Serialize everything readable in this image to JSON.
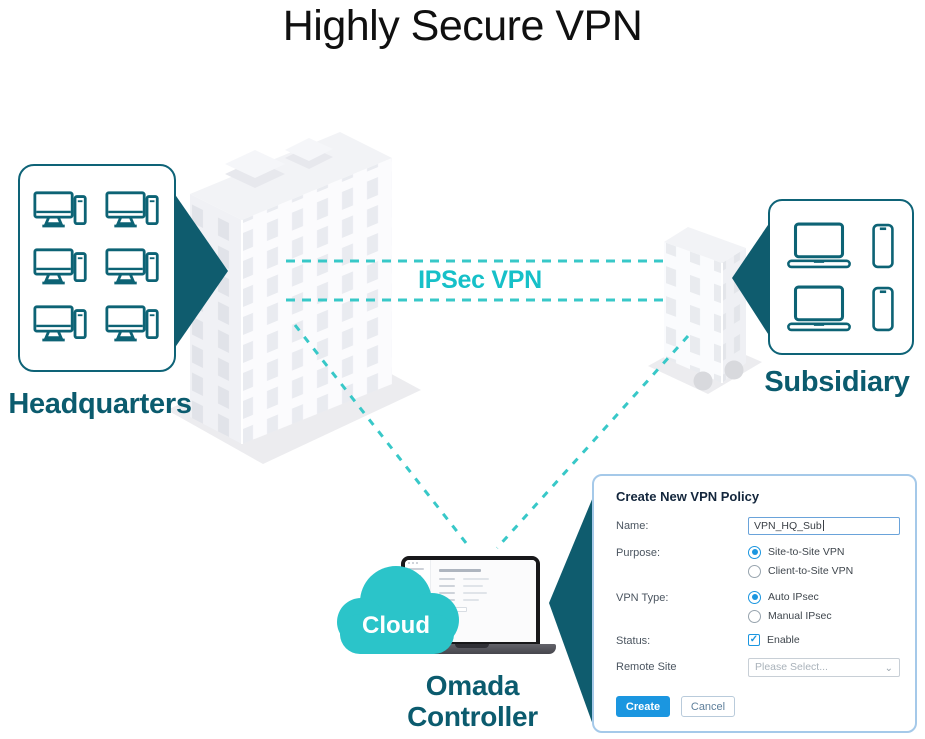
{
  "title": "Highly Secure VPN",
  "colors": {
    "dark_teal": "#0e5b6e",
    "accent_turquoise": "#2bc4c9",
    "ipsec_text": "#16c0c8",
    "button_blue": "#1b96e0",
    "dialog_border": "#a5c9e9",
    "device_stroke": "#0d6375"
  },
  "icons": {
    "desktop": "desktop-computer-icon",
    "laptop": "laptop-icon",
    "phone": "smartphone-icon",
    "cloud": "cloud-icon",
    "chevron_down_glyph": "⌄"
  },
  "headquarters": {
    "label": "Headquarters",
    "computer_count": 6
  },
  "subsidiary": {
    "label": "Subsidiary",
    "laptop_count": 2,
    "phone_count": 2
  },
  "connection": {
    "label": "IPSec VPN",
    "style": "dashed-turquoise"
  },
  "controller": {
    "cloud_label": "Cloud",
    "label_line1": "Omada",
    "label_line2": "Controller"
  },
  "dialog": {
    "title": "Create New VPN Policy",
    "fields": {
      "name": {
        "label": "Name:",
        "value": "VPN_HQ_Sub"
      },
      "purpose": {
        "label": "Purpose:",
        "options": [
          "Site-to-Site VPN",
          "Client-to-Site VPN"
        ],
        "selected": "Site-to-Site VPN"
      },
      "vpn_type": {
        "label": "VPN Type:",
        "options": [
          "Auto IPsec",
          "Manual IPsec"
        ],
        "selected": "Auto IPsec"
      },
      "status": {
        "label": "Status:",
        "checkbox_label": "Enable",
        "checked": true,
        "check_glyph": "✓"
      },
      "remote_site": {
        "label": "Remote Site",
        "placeholder": "Please Select..."
      }
    },
    "buttons": {
      "create": "Create",
      "cancel": "Cancel"
    }
  }
}
